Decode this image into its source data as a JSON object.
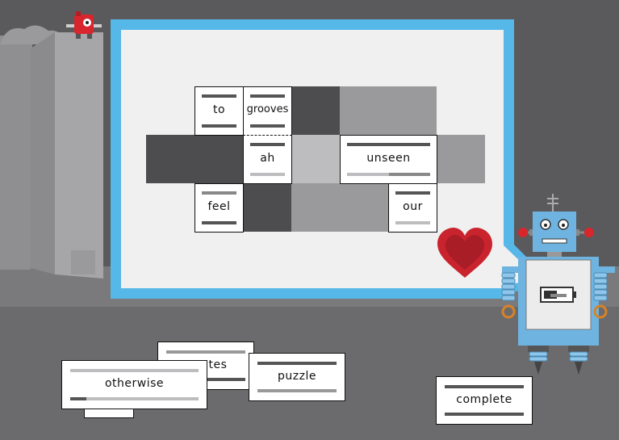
{
  "colors": {
    "background": "#5a5a5c",
    "board_frame": "#56b8e8",
    "board": "#f0f0f0",
    "heart": "#c9232e",
    "robot_blue": "#6fb4e0",
    "mini_robot_red": "#d8262c"
  },
  "board": {
    "cards": [
      {
        "word": "to"
      },
      {
        "word": "grooves"
      },
      {
        "word": "ah"
      },
      {
        "word": "unseen"
      },
      {
        "word": "feel"
      },
      {
        "word": "our"
      }
    ]
  },
  "tray": {
    "cards": [
      {
        "word": "otherwise"
      },
      {
        "word": "tes"
      },
      {
        "word": "puzzle"
      }
    ],
    "complete_label": "complete"
  },
  "icons": {
    "heart": "heart-icon",
    "robot": "robot-character",
    "mini_robot": "mini-robot-icon"
  }
}
